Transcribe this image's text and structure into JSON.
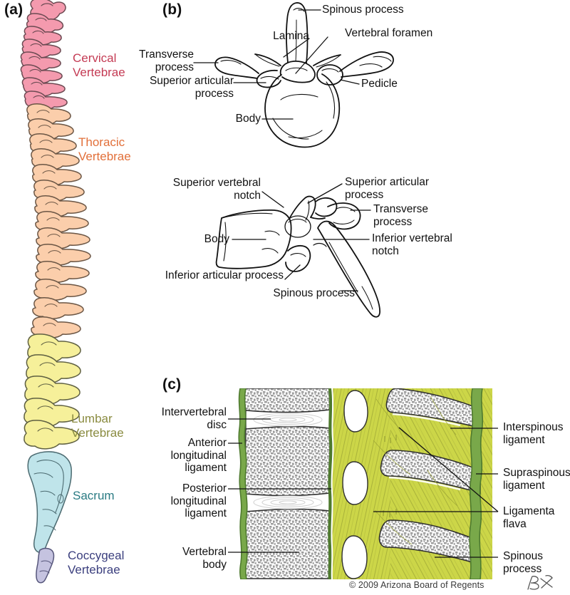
{
  "figure": {
    "copyright": "© 2009 Arizona Board of Regents",
    "signature_icon": "artist-signature-icon"
  },
  "panels": {
    "a": {
      "letter": "(a)",
      "name": "vertebral-column-lateral-view",
      "regions": [
        {
          "id": "cervical",
          "label": "Cervical\nVertebrae",
          "text_color": "#c43b54",
          "fill": "#f49aae",
          "stroke": "#6b4a52"
        },
        {
          "id": "thoracic",
          "label": "Thoracic\nVertebrae",
          "text_color": "#e2703a",
          "fill": "#fbceab",
          "stroke": "#6b5645"
        },
        {
          "id": "lumbar",
          "label": "Lumbar\nVertebrae",
          "text_color": "#8a8b40",
          "fill": "#f6f09a",
          "stroke": "#5f6042"
        },
        {
          "id": "sacrum",
          "label": "Sacrum",
          "text_color": "#2a7b83",
          "fill": "#bfe4ea",
          "stroke": "#4b6a70"
        },
        {
          "id": "coccygeal",
          "label": "Coccygeal\nVertebrae",
          "text_color": "#3b3f7e",
          "fill": "#c5c3e0",
          "stroke": "#55557a"
        }
      ]
    },
    "b": {
      "letter": "(b)",
      "name": "typical-vertebra-views",
      "superior_view": {
        "name": "vertebra-superior-view",
        "labels": [
          "Spinous process",
          "Vertebral foramen",
          "Lamina",
          "Transverse\nprocess",
          "Superior articular\nprocess",
          "Pedicle",
          "Body"
        ]
      },
      "lateral_view": {
        "name": "vertebra-lateral-view",
        "labels": [
          "Superior vertebral\nnotch",
          "Superior articular\nprocess",
          "Transverse\nprocess",
          "Inferior vertebral\nnotch",
          "Body",
          "Inferior articular process",
          "Spinous process"
        ]
      }
    },
    "c": {
      "letter": "(c)",
      "name": "vertebral-ligaments-section",
      "labels_left": [
        "Intervertebral\ndisc",
        "Anterior\nlongitudinal\nligament",
        "Posterior\nlongitudinal\nligament",
        "Vertebral\nbody"
      ],
      "labels_right": [
        "Interspinous\nligament",
        "Supraspinous\nligament",
        "Ligamenta\nflava",
        "Spinous\nprocess"
      ],
      "colors": {
        "ligament_green": "#79a84a",
        "ligament_green_dark": "#4e7a2e",
        "ligamenta_flava": "#ccd648",
        "bone_speckle": "#9a9a9a",
        "bone_white": "#ffffff",
        "disc_line": "#d4d4d4"
      }
    }
  }
}
